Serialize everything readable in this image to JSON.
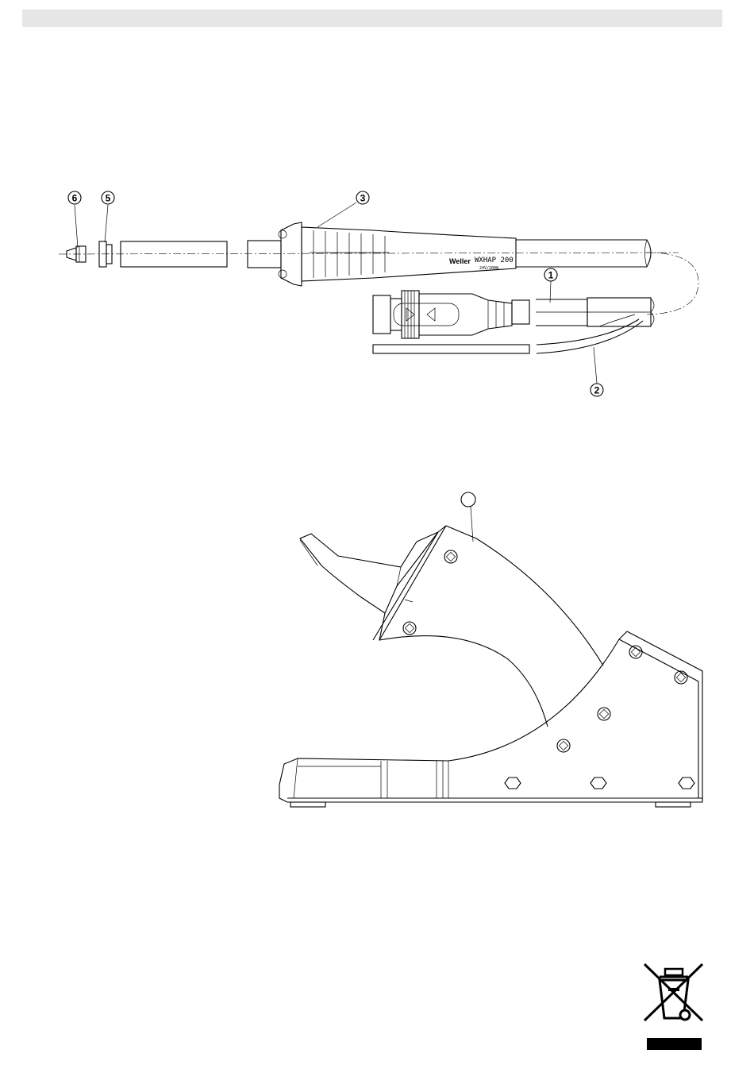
{
  "callouts": {
    "c1": "1",
    "c2": "2",
    "c3": "3",
    "c5": "5",
    "c6": "6"
  },
  "handpiece": {
    "brand": "Weller",
    "model": "WXHAP  200",
    "spec": "24V/200W"
  },
  "icons": {
    "disposal": "crossed-out-wheeled-bin-icon"
  }
}
